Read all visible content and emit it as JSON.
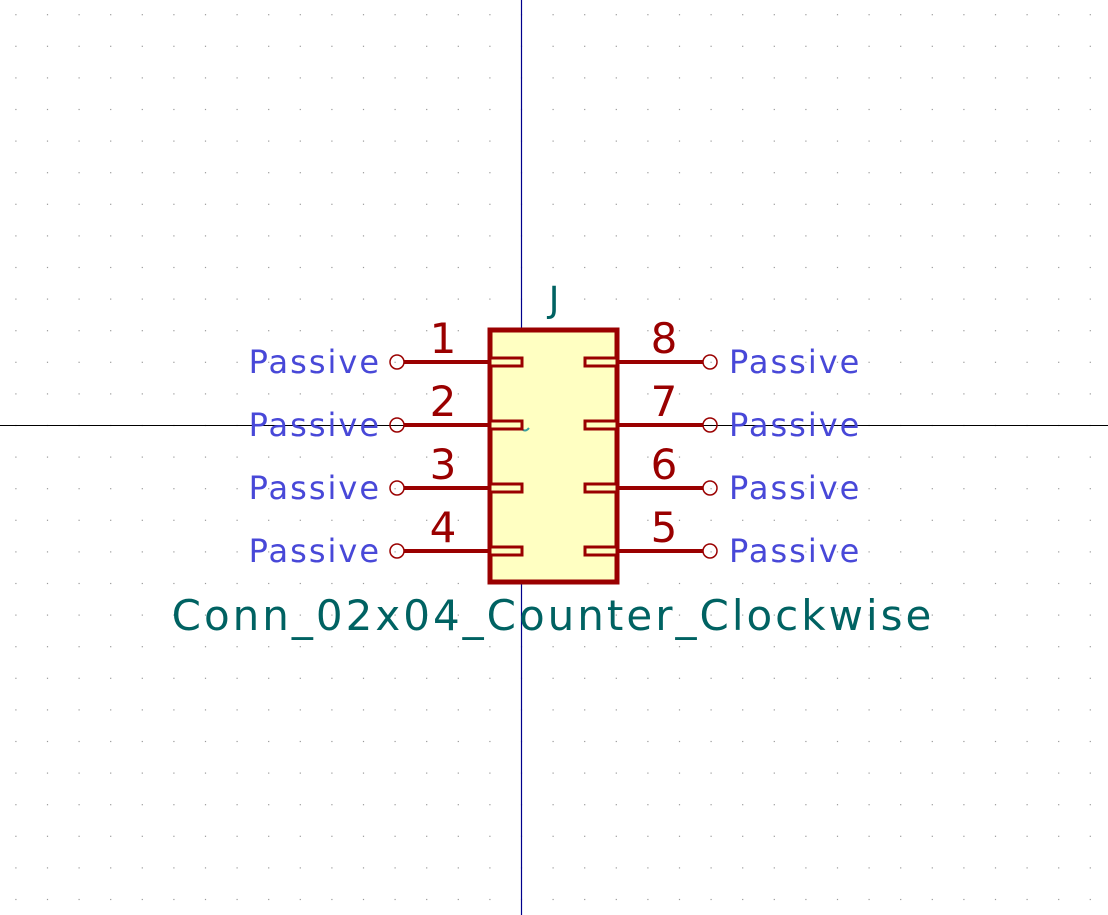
{
  "symbol": {
    "reference": "J",
    "value": "Conn_02x04_Counter_Clockwise",
    "body_fill": "#ffffc2",
    "outline_color": "#9a0000",
    "left_pins": [
      {
        "number": "1",
        "type": "Passive"
      },
      {
        "number": "2",
        "type": "Passive"
      },
      {
        "number": "3",
        "type": "Passive"
      },
      {
        "number": "4",
        "type": "Passive"
      }
    ],
    "right_pins": [
      {
        "number": "8",
        "type": "Passive"
      },
      {
        "number": "7",
        "type": "Passive"
      },
      {
        "number": "6",
        "type": "Passive"
      },
      {
        "number": "5",
        "type": "Passive"
      }
    ]
  },
  "colors": {
    "axis": "#00008b",
    "grid_dot": "#9a9a9a",
    "pin_number": "#9a0000",
    "pin_type": "#4848d8",
    "field_text": "#006262"
  }
}
